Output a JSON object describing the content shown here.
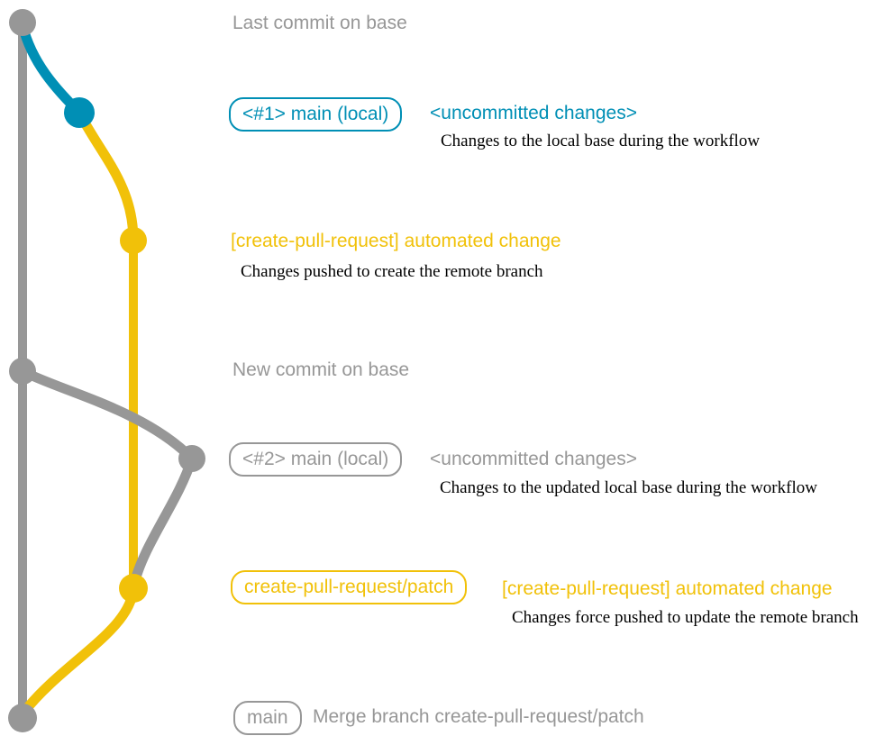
{
  "colors": {
    "gray": "#979797",
    "blue": "#008fb5",
    "yellow": "#f1c109",
    "description": "#000000"
  },
  "annotations": {
    "last_commit_note": "Last commit on base",
    "new_commit_note": "New commit on base",
    "commit1": {
      "branch_badge": "<#1> main (local)",
      "message": "<uncommitted changes>",
      "description": "Changes to the local base during the workflow"
    },
    "commit2": {
      "message": "[create-pull-request] automated change",
      "description": "Changes pushed to create the remote branch"
    },
    "commit3": {
      "branch_badge": "<#2> main (local)",
      "message": "<uncommitted changes>",
      "description": "Changes to the updated local base during the workflow"
    },
    "commit4": {
      "branch_badge": "create-pull-request/patch",
      "message": "[create-pull-request] automated change",
      "description": "Changes force pushed to update the remote branch"
    },
    "merge_commit": {
      "branch_badge": "main",
      "message": "Merge branch create-pull-request/patch"
    }
  }
}
